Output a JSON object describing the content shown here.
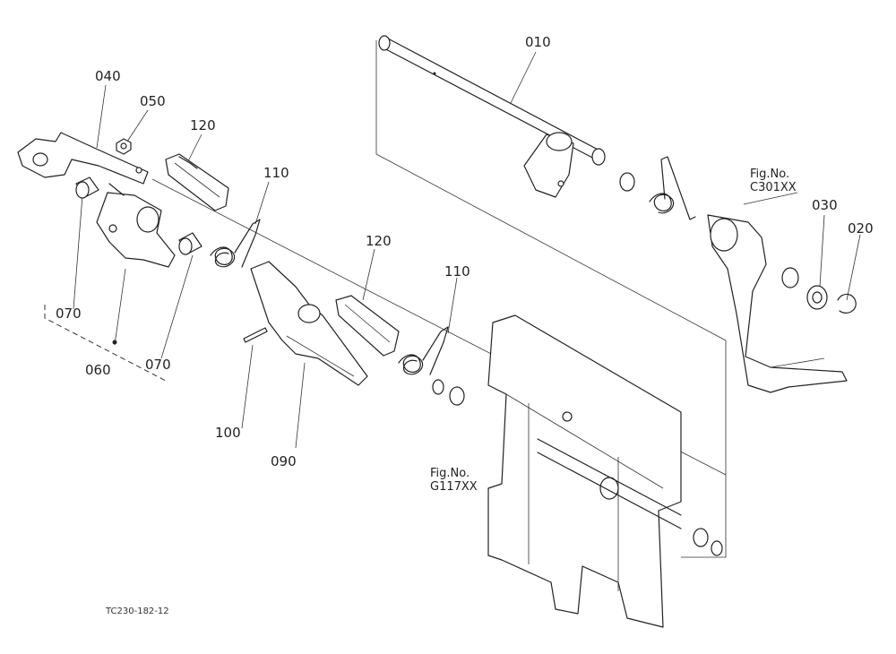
{
  "part_labels": {
    "p010": "010",
    "p020": "020",
    "p030": "030",
    "p040": "040",
    "p050": "050",
    "p060": "060",
    "p070a": "070",
    "p070b": "070",
    "p090": "090",
    "p100": "100",
    "p110a": "110",
    "p110b": "110",
    "p120a": "120",
    "p120b": "120"
  },
  "figure_refs": {
    "c301": {
      "line1": "Fig.No.",
      "line2": "C301XX"
    },
    "g117": {
      "line1": "Fig.No.",
      "line2": "G117XX"
    }
  },
  "drawing_code": "TC230-182-12",
  "colors": {
    "line": "#222222",
    "background": "#ffffff"
  }
}
